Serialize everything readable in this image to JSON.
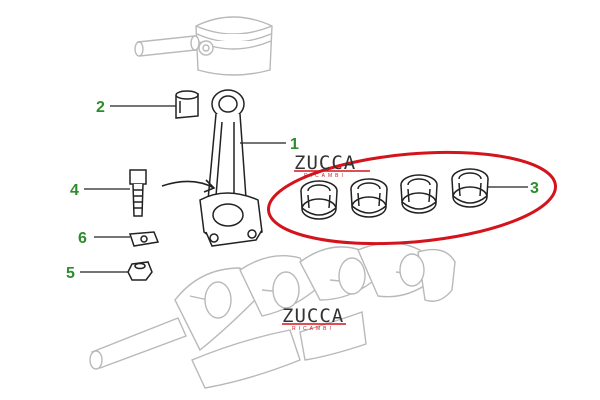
{
  "callouts": [
    {
      "number": "1"
    },
    {
      "number": "2"
    },
    {
      "number": "3"
    },
    {
      "number": "4"
    },
    {
      "number": "5"
    },
    {
      "number": "6"
    }
  ],
  "watermark": {
    "brand": "ZUCCA",
    "sub": "RICAMBI"
  },
  "colors": {
    "callout_green": "#2e8b2e",
    "highlight_red": "#d4141c",
    "line_dark": "#222222",
    "ghost_gray": "#b9b9b9"
  }
}
